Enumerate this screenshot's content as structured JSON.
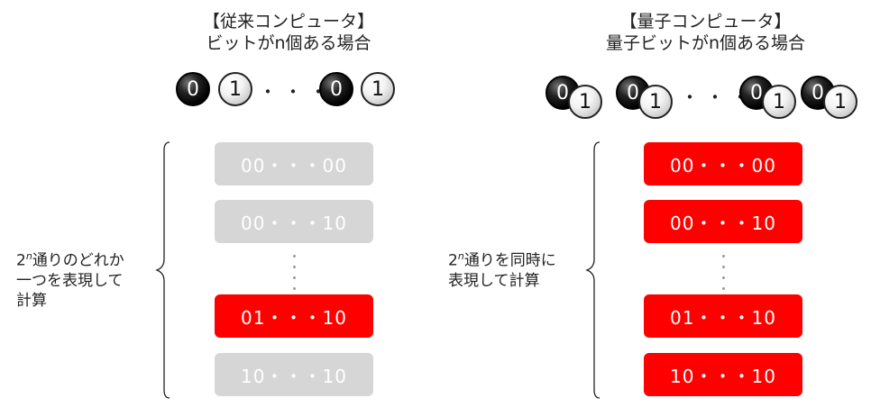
{
  "classical": {
    "title_line1": "【従来コンピュータ】",
    "title_line2": "ビットがn個ある場合",
    "bits": [
      {
        "value": "0",
        "style": "black"
      },
      {
        "value": "1",
        "style": "white"
      },
      {
        "value": "0",
        "style": "black"
      },
      {
        "value": "1",
        "style": "white"
      }
    ],
    "ellipsis": "・・・",
    "states": [
      {
        "label": "00・・・00",
        "active": false
      },
      {
        "label": "00・・・10",
        "active": false
      },
      {
        "label": "01・・・10",
        "active": true
      },
      {
        "label": "10・・・10",
        "active": false
      }
    ],
    "description_base": "2",
    "description_exp": "n",
    "description_line1_rest": "通りのどれか",
    "description_line2": "一つを表現して",
    "description_line3": "計算"
  },
  "quantum": {
    "title_line1": "【量子コンピュータ】",
    "title_line2": "量子ビットがn個ある場合",
    "qubits": [
      {
        "zero": "0",
        "one": "1"
      },
      {
        "zero": "0",
        "one": "1"
      },
      {
        "zero": "0",
        "one": "1"
      },
      {
        "zero": "0",
        "one": "1"
      }
    ],
    "ellipsis": "・・・",
    "states": [
      {
        "label": "00・・・00",
        "active": true
      },
      {
        "label": "00・・・10",
        "active": true
      },
      {
        "label": "01・・・10",
        "active": true
      },
      {
        "label": "10・・・10",
        "active": true
      }
    ],
    "description_base": "2",
    "description_exp": "n",
    "description_line1_rest": "通りを同時に",
    "description_line2": "表現して計算"
  },
  "colors": {
    "active": "#ff0000",
    "inactive": "#d6d6d6"
  }
}
